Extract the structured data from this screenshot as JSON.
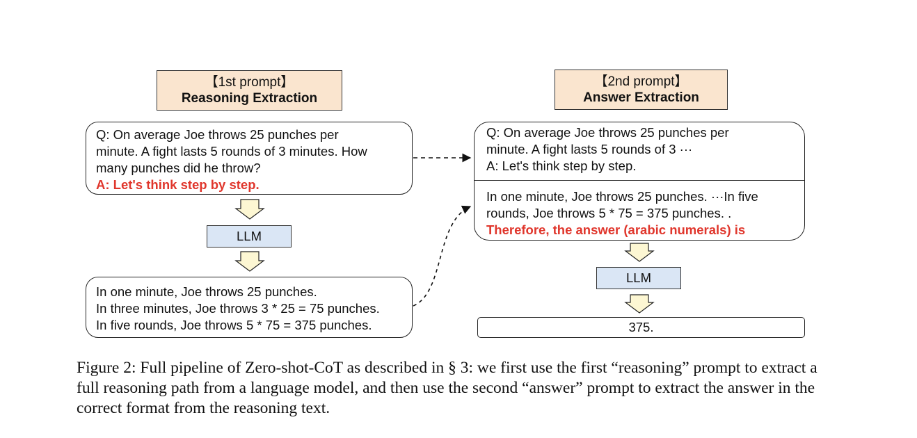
{
  "prompt1": {
    "tag": "【1st prompt】",
    "title": "Reasoning Extraction",
    "question_lines": [
      "Q: On average Joe throws 25 punches per",
      "minute.  A fight lasts 5 rounds of 3 minutes.  How",
      "many punches did he throw?"
    ],
    "trigger": "A: Let's think step by step.",
    "llm_label": "LLM",
    "output_lines": [
      "In one minute, Joe throws 25 punches.",
      "In three minutes, Joe throws 3 * 25 = 75 punches.",
      "In five rounds, Joe throws 5 * 75 = 375 punches."
    ]
  },
  "prompt2": {
    "tag": "【2nd prompt】",
    "title": "Answer Extraction",
    "question_lines": [
      "Q: On average Joe throws 25 punches per",
      "minute.  A fight lasts 5 rounds of 3 ···",
      "A: Let's think step by step."
    ],
    "reasoning_lines": [
      "In one minute, Joe throws 25 punches. ···In five",
      "rounds, Joe throws 5 * 75 = 375 punches. ."
    ],
    "trigger": "Therefore, the answer (arabic numerals) is",
    "llm_label": "LLM",
    "answer": "375."
  },
  "caption": "Figure 2: Full pipeline of Zero-shot-CoT as described in § 3: we first use the first “reasoning” prompt to extract a full reasoning path from a language model, and then use the second “answer” prompt to extract the answer in the correct format from the reasoning text.",
  "colors": {
    "header_fill": "#fae5cf",
    "llm_fill": "#dae6f5",
    "trigger_red": "#e0362c",
    "arrow_fill": "#fdf7d3"
  }
}
